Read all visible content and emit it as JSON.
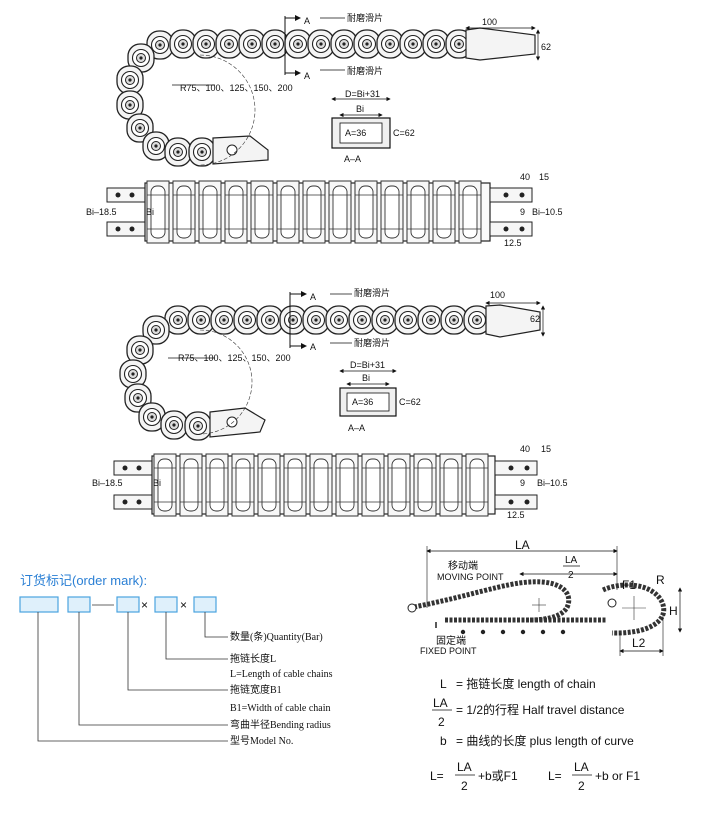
{
  "drawing_1": {
    "section_mark": "A",
    "wear_strip_label": "耐磨滑片",
    "radius_label": "R75、100、125、150、200",
    "dim_100": "100",
    "dim_62": "62",
    "section": {
      "outer_width": "D=Bi+31",
      "inner_width": "Bi",
      "a_dim": "A=36",
      "c_dim": "C=62",
      "section_name": "A–A"
    },
    "top_view": {
      "left_dim": "Bi–18.5",
      "bi": "Bi",
      "right_dim": "Bi–10.5",
      "d40": "40",
      "d15": "15",
      "d9": "9",
      "d12_5": "12.5"
    }
  },
  "drawing_2": {
    "section_mark": "A",
    "wear_strip_label": "耐磨滑片",
    "radius_label": "R75、100、125、150、200",
    "dim_100": "100",
    "dim_62": "62",
    "section": {
      "outer_width": "D=Bi+31",
      "inner_width": "Bi",
      "a_dim": "A=36",
      "c_dim": "C=62",
      "section_name": "A–A"
    },
    "top_view": {
      "left_dim": "Bi–18.5",
      "bi": "Bi",
      "right_dim": "Bi–10.5",
      "d40": "40",
      "d15": "15",
      "d9": "9",
      "d12_5": "12.5"
    }
  },
  "order_mark": {
    "title": "订货标记(order mark):",
    "lines": [
      "数量(条)Quantity(Bar)",
      "拖链长度L",
      "L=Length of cable chains",
      "拖链宽度B1",
      "B1=Width of cable chain",
      "弯曲半径Bending radius",
      "型号Model No."
    ]
  },
  "travel": {
    "la": "LA",
    "la_half_num": "LA",
    "la_half_den": "2",
    "moving_point_cn": "移动端",
    "moving_point_en": "MOVING POINT",
    "fixed_point_cn": "固定端",
    "fixed_point_en": "FIXED POINT",
    "f1": "F1",
    "r": "R",
    "h": "H",
    "l2": "L2"
  },
  "legend": {
    "l_sym": "L",
    "l_text": "= 拖链长度  length of chain",
    "la_num": "LA",
    "la_den": "2",
    "la_text": "= 1/2的行程  Half travel distance",
    "b_sym": "b",
    "b_text": "= 曲线的长度  plus length of curve",
    "formula_1_lhs": "L=",
    "formula_1_num": "LA",
    "formula_1_den": "2",
    "formula_1_rhs": "+b或F1",
    "formula_2_lhs": "L=",
    "formula_2_num": "LA",
    "formula_2_den": "2",
    "formula_2_rhs": "+b or F1"
  }
}
